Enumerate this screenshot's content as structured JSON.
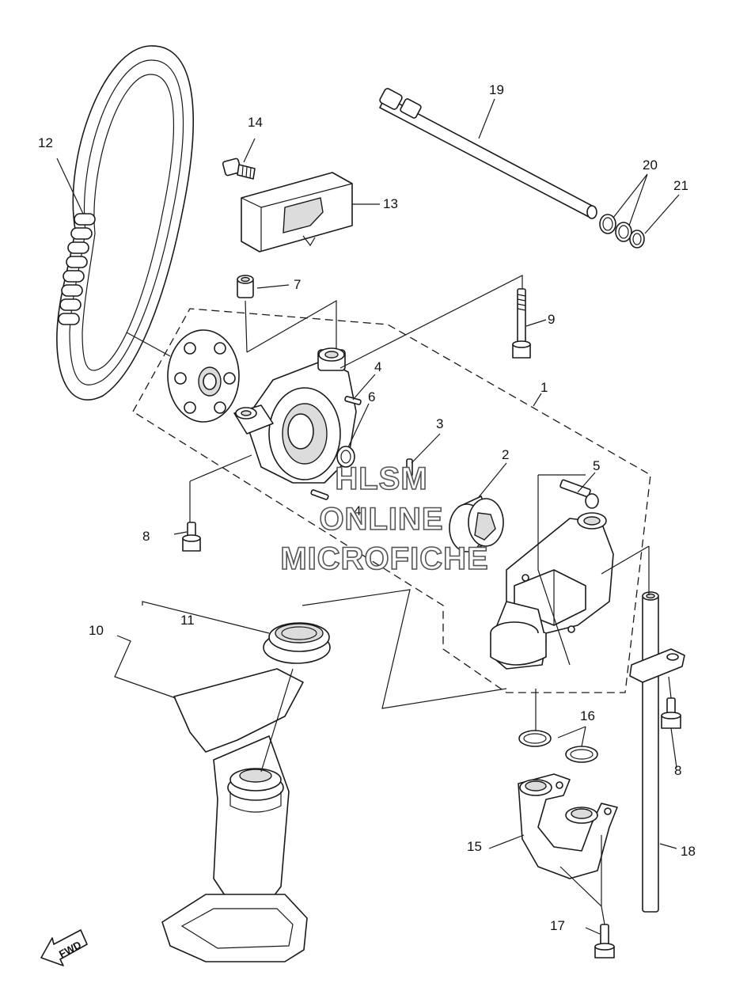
{
  "callouts": {
    "c1": "1",
    "c2": "2",
    "c3": "3",
    "c4a": "4",
    "c4b": "4",
    "c5": "5",
    "c6": "6",
    "c7": "7",
    "c8a": "8",
    "c8b": "8",
    "c9": "9",
    "c10": "10",
    "c11": "11",
    "c12": "12",
    "c13": "13",
    "c14": "14",
    "c15": "15",
    "c16": "16",
    "c17": "17",
    "c18": "18",
    "c19": "19",
    "c20": "20",
    "c21": "21"
  },
  "watermark": {
    "line1": "HLSM",
    "line2": "ONLINE",
    "line3": "MICROFICHE"
  },
  "direction": {
    "label": "FWD",
    "icon": "fwd-arrow-icon"
  },
  "colors": {
    "ink": "#1a1a1a",
    "background": "#ffffff",
    "watermark_outline": "#555555"
  }
}
